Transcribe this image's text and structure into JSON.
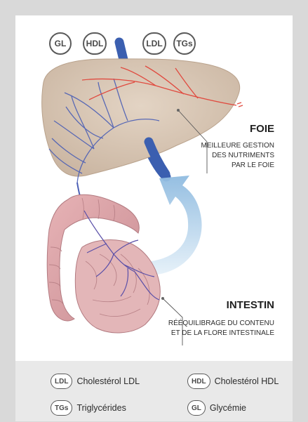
{
  "badges": {
    "gl": "GL",
    "hdl": "HDL",
    "ldl": "LDL",
    "tgs": "TGs"
  },
  "foie": {
    "title": "FOIE",
    "desc_lines": [
      "MEILLEURE GESTION",
      "DES NUTRIMENTS",
      "PAR LE FOIE"
    ]
  },
  "intestin": {
    "title": "INTESTIN",
    "desc_lines": [
      "RÉÉQUILIBRAGE DU CONTENU",
      "ET DE LA FLORE INTESTINALE"
    ]
  },
  "legend": {
    "ldl": {
      "badge": "LDL",
      "label": "Cholestérol LDL"
    },
    "hdl": {
      "badge": "HDL",
      "label": "Cholestérol HDL"
    },
    "tgs": {
      "badge": "TGs",
      "label": "Triglycérides"
    },
    "gl": {
      "badge": "GL",
      "label": "Glycémie"
    }
  },
  "colors": {
    "liver": "#d8c7b5",
    "vein_blue": "#3b5fb0",
    "artery_red": "#e04a3f",
    "arrow_blue": "#a9cbe6",
    "intestine": "#d9a0a5"
  }
}
